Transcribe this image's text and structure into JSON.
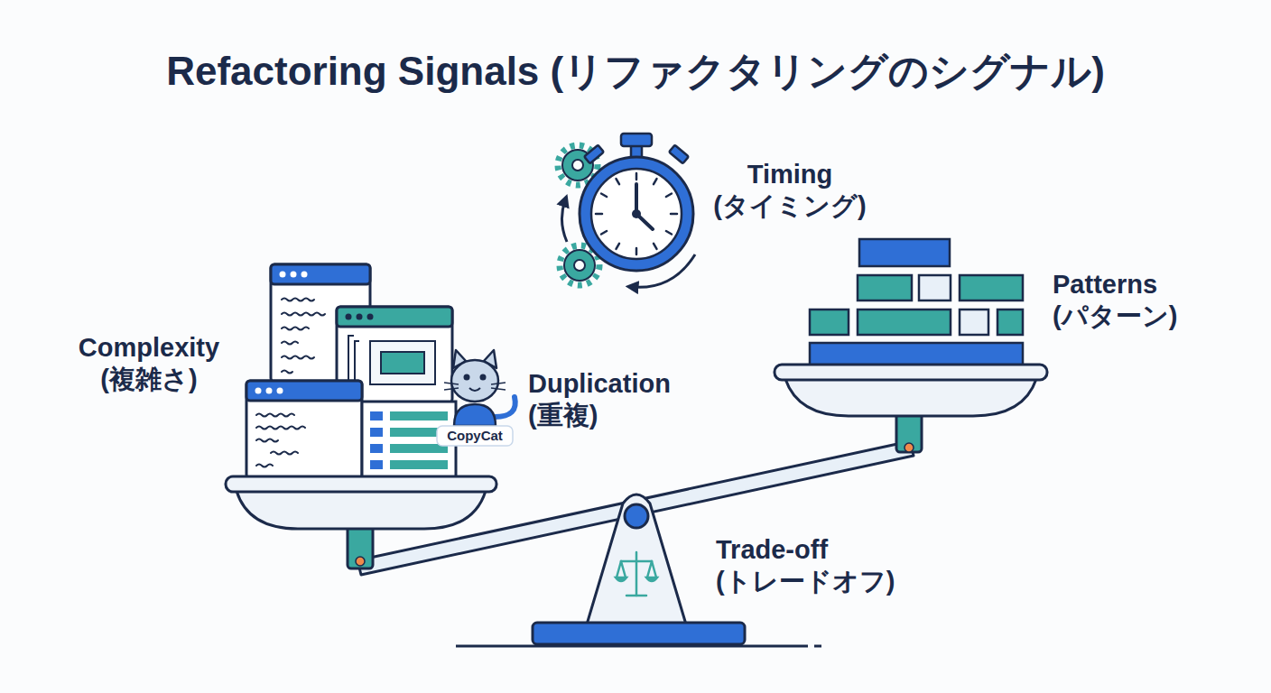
{
  "diagram": {
    "title": "Refactoring Signals (リファクタリングのシグナル)",
    "labels": [
      "Timing (タイミング)",
      "Complexity (複雑さ)",
      "Duplication (重複)",
      "CopyCat",
      "Patterns (パターン)",
      "Trade-off (トレードオフ)"
    ]
  }
}
